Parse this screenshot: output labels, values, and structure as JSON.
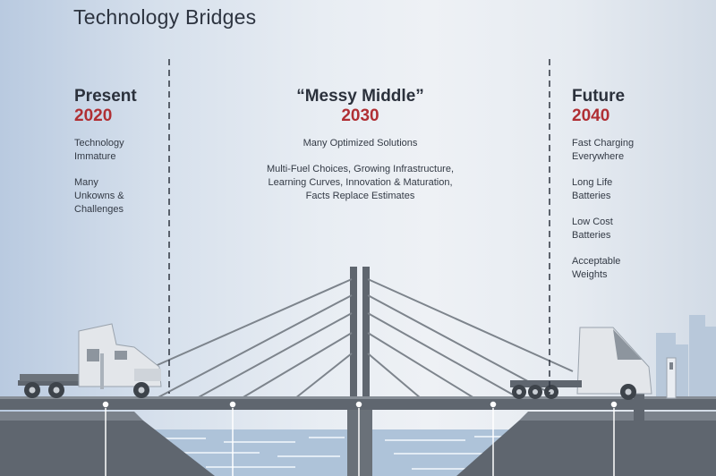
{
  "title": "Technology Bridges",
  "present": {
    "heading": "Present",
    "year": "2020",
    "items": [
      "Technology Immature",
      "Many Unkowns & Challenges"
    ]
  },
  "middle": {
    "heading": "“Messy Middle”",
    "year": "2030",
    "line1": "Many Optimized Solutions",
    "line2": "Multi-Fuel Choices, Growing Infrastructure,",
    "line3": "Learning Curves, Innovation & Maturation,",
    "line4": "Facts Replace Estimates"
  },
  "future": {
    "heading": "Future",
    "year": "2040",
    "items": [
      "Fast Charging Everywhere",
      "Long Life Batteries",
      "Low Cost Batteries",
      "Acceptable Weights"
    ]
  },
  "colors": {
    "year_red": "#b02f34",
    "bridge_dark": "#5d646d",
    "water": "#a9bfd6"
  }
}
